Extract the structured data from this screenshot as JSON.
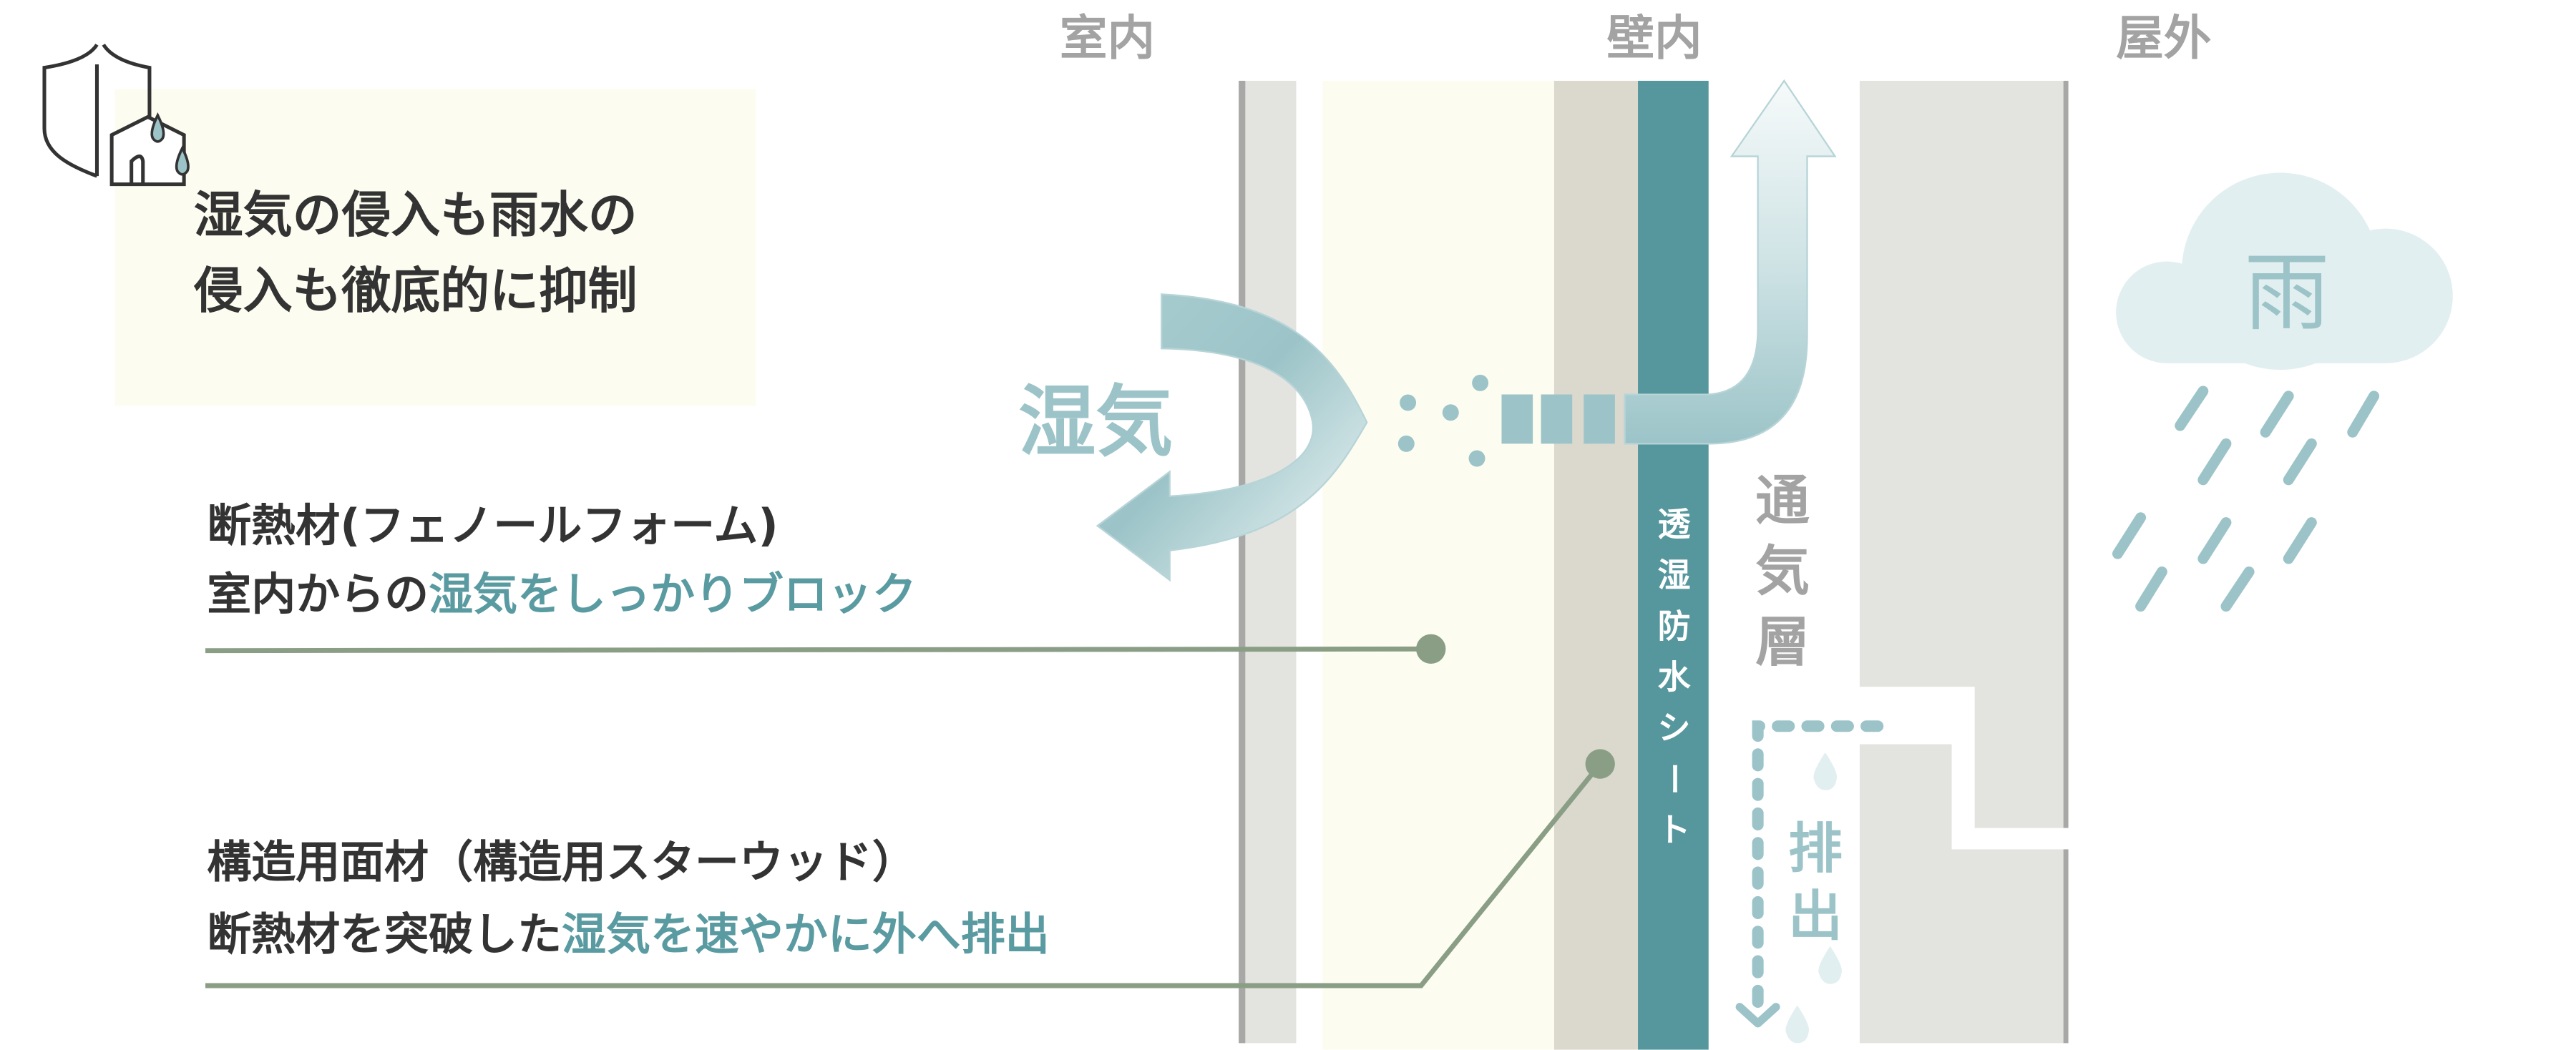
{
  "headings": {
    "indoor": "室内",
    "in_wall": "壁内",
    "outdoor": "屋外"
  },
  "feature_box": {
    "icon": "shield-house-drop-icon",
    "line1": "湿気の侵入も雨水の",
    "line2": "侵入も徹底的に抑制"
  },
  "callouts": [
    {
      "title": "断熱材(フェノールフォーム)",
      "desc_plain": "室内からの",
      "desc_highlight": "湿気をしっかりブロック"
    },
    {
      "title": "構造用面材（構造用スターウッド）",
      "desc_plain": "断熱材を突破した",
      "desc_highlight": "湿気を速やかに外へ排出"
    }
  ],
  "diagram": {
    "moisture_label": "湿気",
    "sheet_label": [
      "透",
      "湿",
      "防",
      "水",
      "シ",
      "ー",
      "ト"
    ],
    "air_layer_label": [
      "通",
      "気",
      "層"
    ],
    "drain_label": [
      "排",
      "出"
    ],
    "rain_label": "雨"
  },
  "colors": {
    "teal": "#5a9ba2",
    "light_teal": "#9cc4c8",
    "sheet": "#56979e",
    "cream": "#fdfcf0",
    "board_gray": "#e3e3df",
    "structural": "#dbd8cd",
    "leader_line": "#8a9e85",
    "text_dark": "#333333"
  }
}
